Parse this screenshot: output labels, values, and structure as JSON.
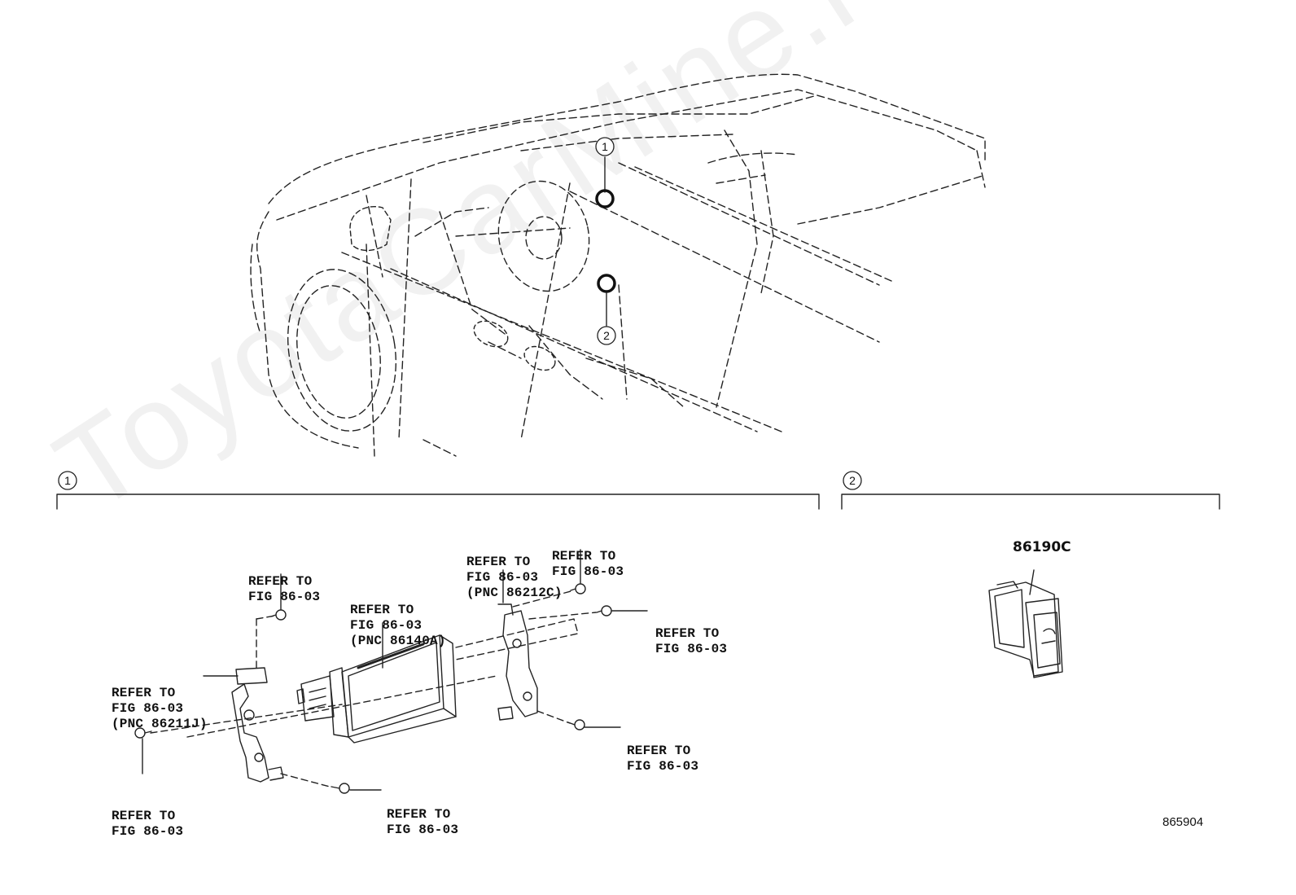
{
  "watermark": "ToyotaCarMine.ru",
  "callouts": {
    "one": "1",
    "two": "2"
  },
  "part_number": "86190C",
  "figure_number": "865904",
  "refs": {
    "top_left": [
      "REFER TO",
      "FIG 86-03"
    ],
    "left_bracket": [
      "REFER TO",
      "FIG 86-03",
      "(PNC 86211J)"
    ],
    "unit": [
      "REFER TO",
      "FIG 86-03",
      "(PNC 86140A)"
    ],
    "right_bracket": [
      "REFER TO",
      "FIG 86-03",
      "(PNC 86212C)"
    ],
    "top_right": [
      "REFER TO",
      "FIG 86-03"
    ],
    "right_mid": [
      "REFER TO",
      "FIG 86-03"
    ],
    "right_low": [
      "REFER TO",
      "FIG 86-03"
    ],
    "bottom_left": [
      "REFER TO",
      "FIG 86-03"
    ],
    "bottom_mid": [
      "REFER TO",
      "FIG 86-03"
    ]
  }
}
